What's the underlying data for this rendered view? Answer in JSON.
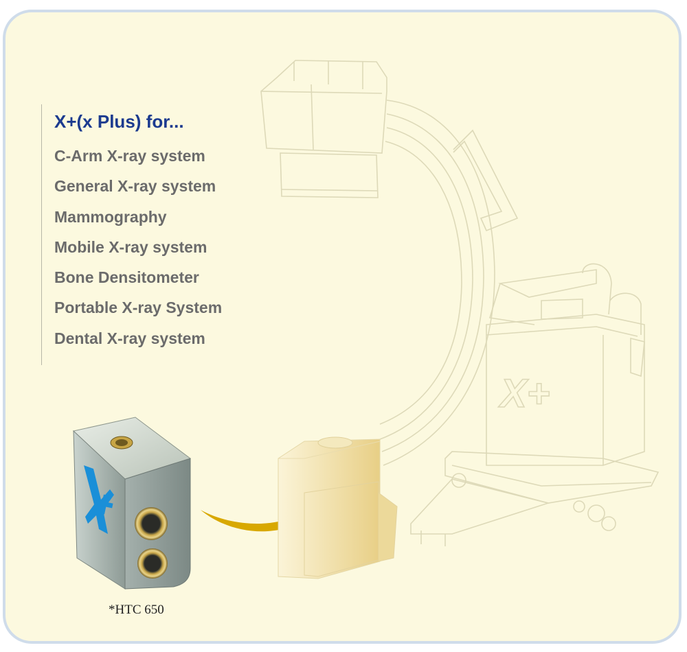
{
  "heading": "X+(x Plus) for...",
  "applications": [
    "C-Arm X-ray system",
    "General X-ray system",
    "Mammography",
    "Mobile X-ray system",
    "Bone Densitometer",
    "Portable X-ray System",
    "Dental X-ray system"
  ],
  "product_caption": "*HTC 650",
  "icons": [
    "c-arm-xray-machine-illustration",
    "xplus-logo",
    "detector-device-photo",
    "curved-arrow-icon",
    "detector-module-highlight"
  ],
  "colors": {
    "panel_background": "#fcf9df",
    "panel_border": "#cfdcea",
    "heading": "#1c3b8f",
    "list_text": "#6b6b6b",
    "arrow": "#d8a800",
    "logo_blue": "#1a8fd8"
  }
}
